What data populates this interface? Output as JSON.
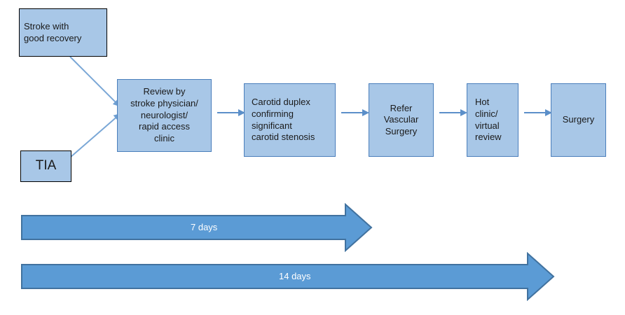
{
  "diagram": {
    "title": "Stroke / TIA carotid stenosis care pathway",
    "colors": {
      "node_fill": "#a8c7e7",
      "node_border_black": "#000000",
      "node_border_blue": "#4a7ebb",
      "connector": "#5b8fc9",
      "banner_fill": "#5b9bd5",
      "banner_border": "#41729f",
      "banner_text": "#ffffff",
      "background": "#ffffff"
    },
    "nodes": [
      {
        "id": "stroke",
        "label": "Stroke with\ngood recovery"
      },
      {
        "id": "tia",
        "label": "TIA"
      },
      {
        "id": "review",
        "label": "Review by\nstroke physician/\nneurologist/\nrapid access\nclinic"
      },
      {
        "id": "duplex",
        "label": "Carotid duplex\nconfirming\nsignificant\ncarotid stenosis"
      },
      {
        "id": "refer",
        "label": "Refer\nVascular\nSurgery"
      },
      {
        "id": "hotclinic",
        "label": "Hot\nclinic/\nvirtual\nreview"
      },
      {
        "id": "surgery",
        "label": "Surgery"
      }
    ],
    "timelines": [
      {
        "id": "seven-days",
        "label": "7 days"
      },
      {
        "id": "fourteen-days",
        "label": "14 days"
      }
    ]
  }
}
